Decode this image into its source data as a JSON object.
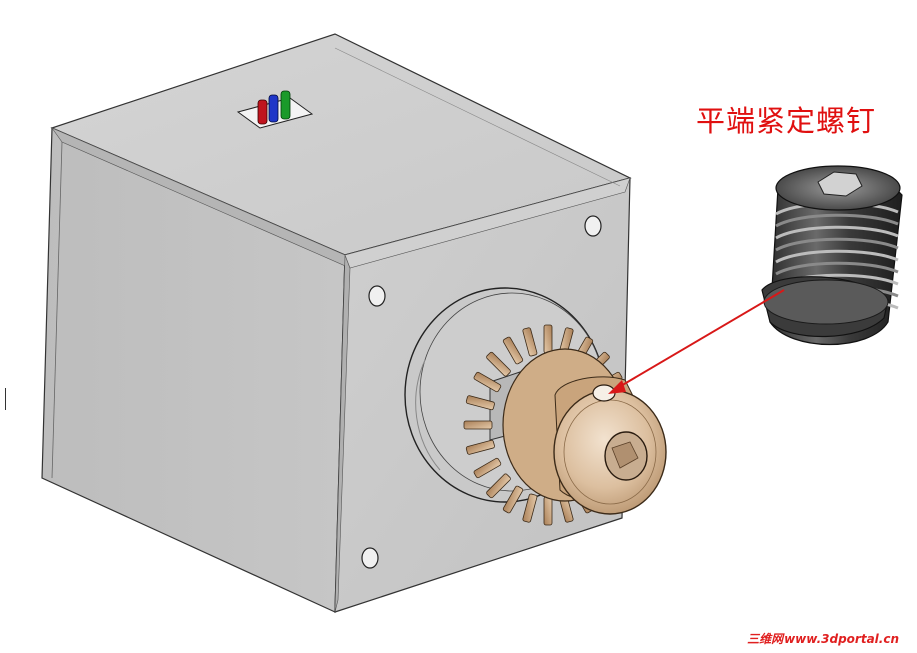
{
  "annotation": {
    "label": "平端紧定螺钉"
  },
  "watermark": {
    "cn": "三维网",
    "url": "www.3dportal.cn"
  },
  "colors": {
    "label": "#e01010",
    "leader_line": "#d81818",
    "motor_body": "#c8c8c8",
    "gear": "#d9b894",
    "screw": "#4a4a4a"
  },
  "axis_triad": [
    "red",
    "blue",
    "green"
  ]
}
